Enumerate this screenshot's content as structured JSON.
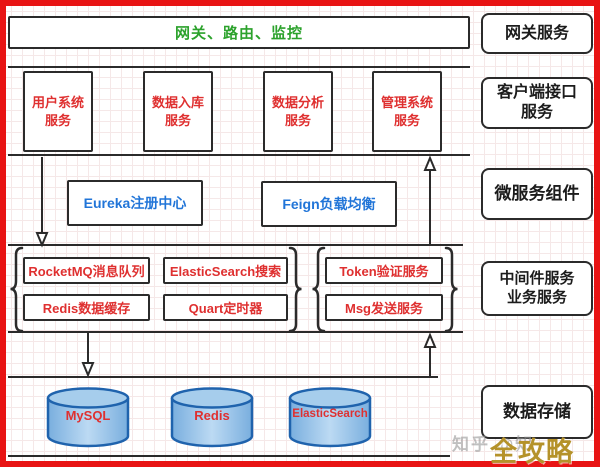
{
  "colors": {
    "frame": "#e81414",
    "line": "#2b2b2b",
    "green": "#2ca22c",
    "red": "#df3030",
    "blue": "#2175d8",
    "black": "#1c1c1c",
    "gold": "#b5922a",
    "gray": "#9a9a9a",
    "cyl_stroke": "#1f63ad",
    "cyl_body": "#9cc4e8",
    "cyl_top": "#a6cdec"
  },
  "gateway": {
    "title": "网关、路由、监控"
  },
  "side_labels": {
    "gateway": "网关服务",
    "client": "客户端接口\n服务",
    "microservice": "微服务组件",
    "middleware": "中间件服务\n业务服务",
    "storage": "数据存储"
  },
  "services": [
    "用户系统服务",
    "数据入库服务",
    "数据分析服务",
    "管理系统服务"
  ],
  "components": {
    "registry": "Eureka注册中心",
    "balancer": "Feign负载均衡"
  },
  "middleware": {
    "left_group": [
      "RocketMQ消息队列",
      "ElasticSearch搜索",
      "Redis数据缓存",
      "Quart定时器"
    ],
    "right_group": [
      "Token验证服务",
      "Msg发送服务"
    ]
  },
  "databases": [
    "MySQL",
    "Redis",
    "ElasticSearch"
  ],
  "watermark": {
    "gray": "知乎 @知",
    "gold": "全攻略"
  }
}
